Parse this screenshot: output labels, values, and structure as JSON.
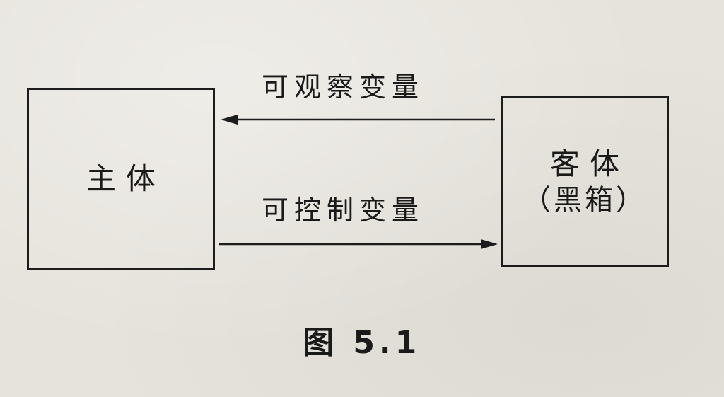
{
  "diagram": {
    "subject_box": {
      "label": "主体"
    },
    "object_box": {
      "label_line1": "客体",
      "label_line2": "（黑箱）"
    },
    "arrow_observable": {
      "label": "可观察变量"
    },
    "arrow_controllable": {
      "label": "可控制变量"
    },
    "caption": "图 5.1"
  }
}
